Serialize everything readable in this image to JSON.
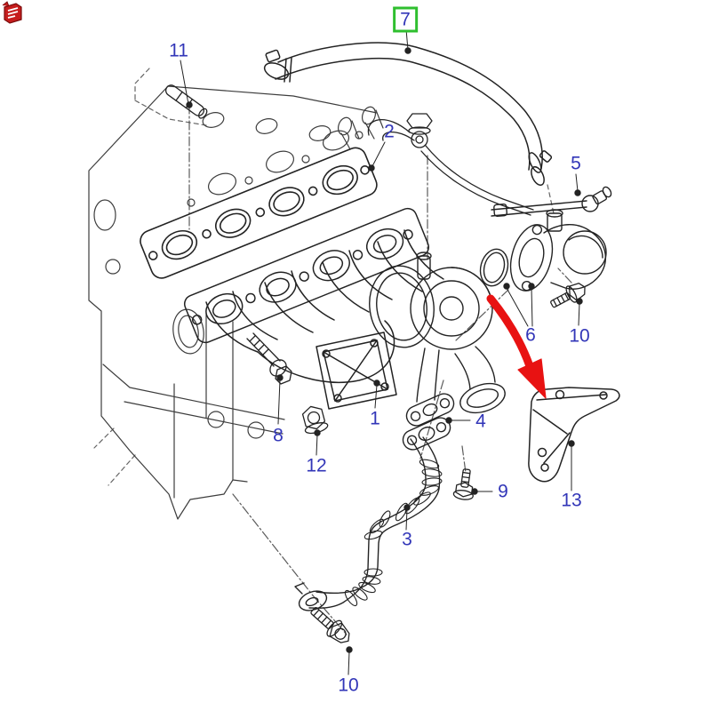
{
  "diagram": {
    "description": "Exploded line-art parts diagram: turbocharger with exhaust manifold, gaskets, oil feed hose, oil return pipe, water outlet, mounting bracket and fasteners",
    "colors": {
      "callout_text": "#3236b8",
      "highlight_box": "#2fbf2f",
      "direction_arrow": "#e81212",
      "note_icon": "#c61d1d",
      "line_art": "#232323",
      "background": "#ffffff"
    }
  },
  "icons": {
    "note": "red-parts-note-icon",
    "highlight": "green-selection-box",
    "arrow": "red-curved-direction-arrow"
  },
  "callouts": {
    "c1": {
      "label": "1"
    },
    "c2": {
      "label": "2"
    },
    "c3": {
      "label": "3"
    },
    "c4": {
      "label": "4"
    },
    "c5": {
      "label": "5"
    },
    "c6": {
      "label": "6"
    },
    "c7": {
      "label": "7",
      "highlighted": true
    },
    "c8": {
      "label": "8"
    },
    "c9": {
      "label": "9"
    },
    "c10a": {
      "label": "10"
    },
    "c10b": {
      "label": "10"
    },
    "c11": {
      "label": "11"
    },
    "c12": {
      "label": "12"
    },
    "c13": {
      "label": "13"
    }
  }
}
